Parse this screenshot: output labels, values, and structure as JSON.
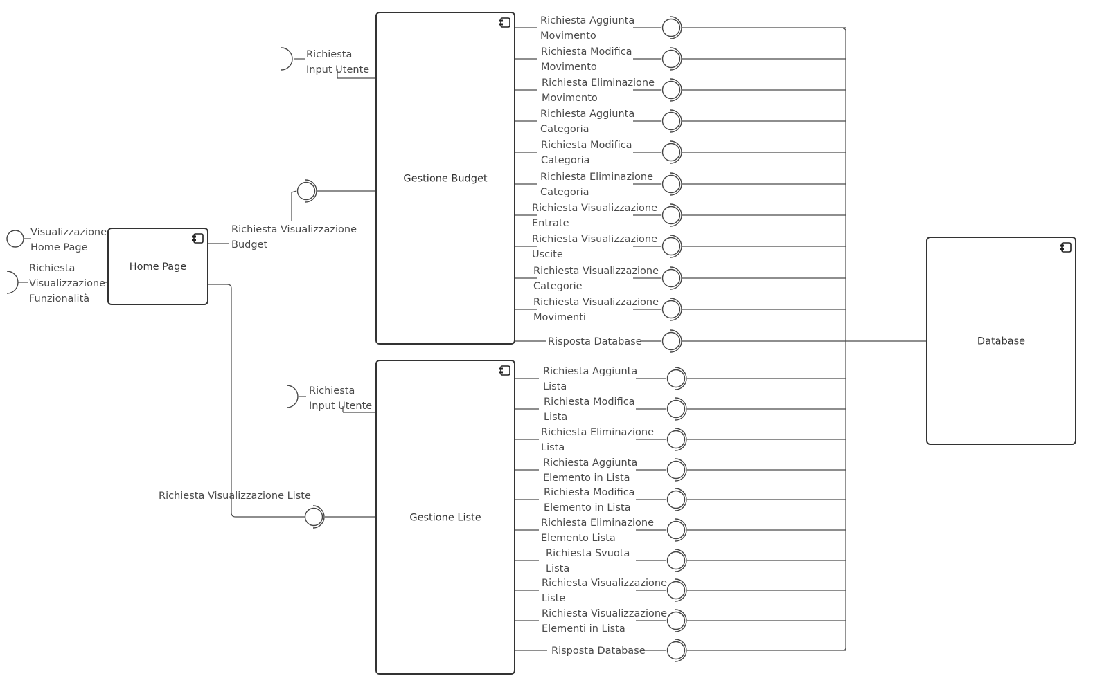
{
  "components": {
    "home": {
      "name": "Home Page"
    },
    "budget": {
      "name": "Gestione Budget"
    },
    "liste": {
      "name": "Gestione Liste"
    },
    "database": {
      "name": "Database"
    }
  },
  "home_interfaces": {
    "provided": [
      "Visualizzazione",
      "Home Page"
    ],
    "required": [
      "Richiesta",
      "Visualizzazione",
      "Funzionalità"
    ]
  },
  "connections": {
    "to_budget": [
      "Richiesta Visualizzazione",
      "Budget"
    ],
    "to_liste": [
      "Richiesta Visualizzazione Liste"
    ]
  },
  "budget_input": [
    "Richiesta",
    "Input Utente"
  ],
  "liste_input": [
    "Richiesta",
    "Input Utente"
  ],
  "budget_ports": [
    [
      "Richiesta Aggiunta",
      "Movimento"
    ],
    [
      "Richiesta Modifica",
      "Movimento"
    ],
    [
      "Richiesta Eliminazione",
      "Movimento"
    ],
    [
      "Richiesta Aggiunta",
      "Categoria"
    ],
    [
      "Richiesta Modifica",
      "Categoria"
    ],
    [
      "Richiesta Eliminazione",
      "Categoria"
    ],
    [
      "Richiesta Visualizzazione",
      "Entrate"
    ],
    [
      "Richiesta Visualizzazione",
      "Uscite"
    ],
    [
      "Richiesta Visualizzazione",
      "Categorie"
    ],
    [
      "Richiesta Visualizzazione",
      "Movimenti"
    ],
    [
      "Risposta Database"
    ]
  ],
  "liste_ports": [
    [
      "Richiesta Aggiunta",
      "Lista"
    ],
    [
      "Richiesta Modifica",
      "Lista"
    ],
    [
      "Richiesta Eliminazione",
      "Lista"
    ],
    [
      "Richiesta Aggiunta",
      "Elemento in Lista"
    ],
    [
      "Richiesta Modifica",
      "Elemento in Lista"
    ],
    [
      "Richiesta Eliminazione",
      "Elemento Lista"
    ],
    [
      "Richiesta Svuota",
      "Lista"
    ],
    [
      "Richiesta Visualizzazione",
      "Liste"
    ],
    [
      "Richiesta Visualizzazione",
      "Elementi in Lista"
    ],
    [
      "Risposta Database"
    ]
  ]
}
